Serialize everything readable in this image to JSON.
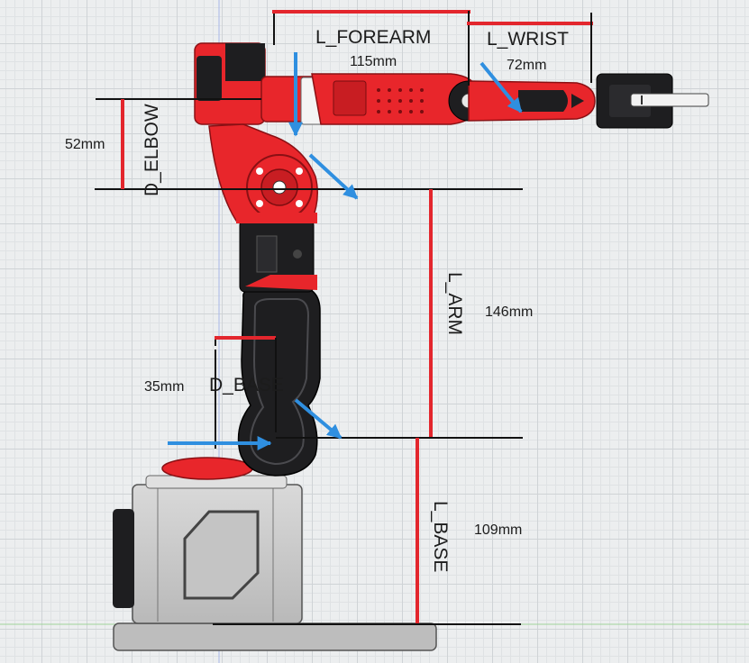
{
  "labels": {
    "l_forearm": "L_FOREARM",
    "l_forearm_value": "115mm",
    "l_wrist": "L_WRIST",
    "l_wrist_value": "72mm",
    "d_elbow": "D_ELBOW",
    "d_elbow_value": "52mm",
    "l_arm": "L_ARM",
    "l_arm_value": "146mm",
    "d_base": "D_BASE",
    "d_base_value": "35mm",
    "l_base": "L_BASE",
    "l_base_value": "109mm"
  },
  "colors": {
    "robot_red": "#e8262b",
    "robot_dark": "#1e1e20",
    "dimension_red": "#e3262d",
    "dimension_black": "#111111",
    "arrow_blue": "#2f8fe0",
    "base_grey": "#c9c9c9"
  }
}
